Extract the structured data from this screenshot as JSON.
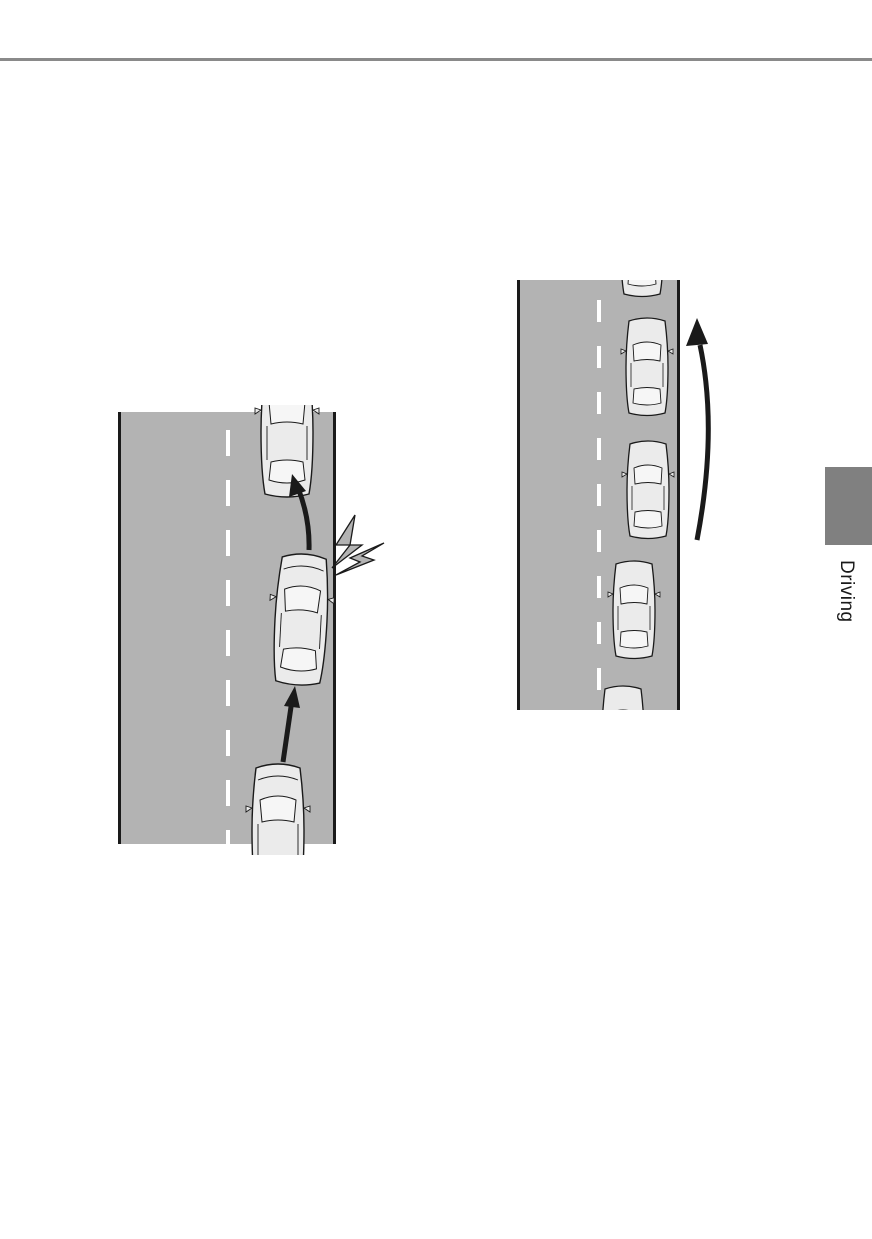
{
  "page": {
    "section_tab_label": "Driving",
    "colors": {
      "rule": "#8a8a8a",
      "tab": "#808080",
      "road": "#b3b3b3",
      "road_edge": "#1a1a1a",
      "lane_dash": "#ffffff",
      "car_body": "#ebebeb",
      "arrow": "#1a1a1a"
    }
  },
  "illustrations": [
    {
      "name": "sideswipe-warning",
      "icons": [
        "road",
        "car",
        "arrow-up",
        "lightning-collision-icon"
      ]
    },
    {
      "name": "overtaking-parked-cars",
      "icons": [
        "road",
        "car",
        "curved-arrow-up"
      ]
    }
  ]
}
